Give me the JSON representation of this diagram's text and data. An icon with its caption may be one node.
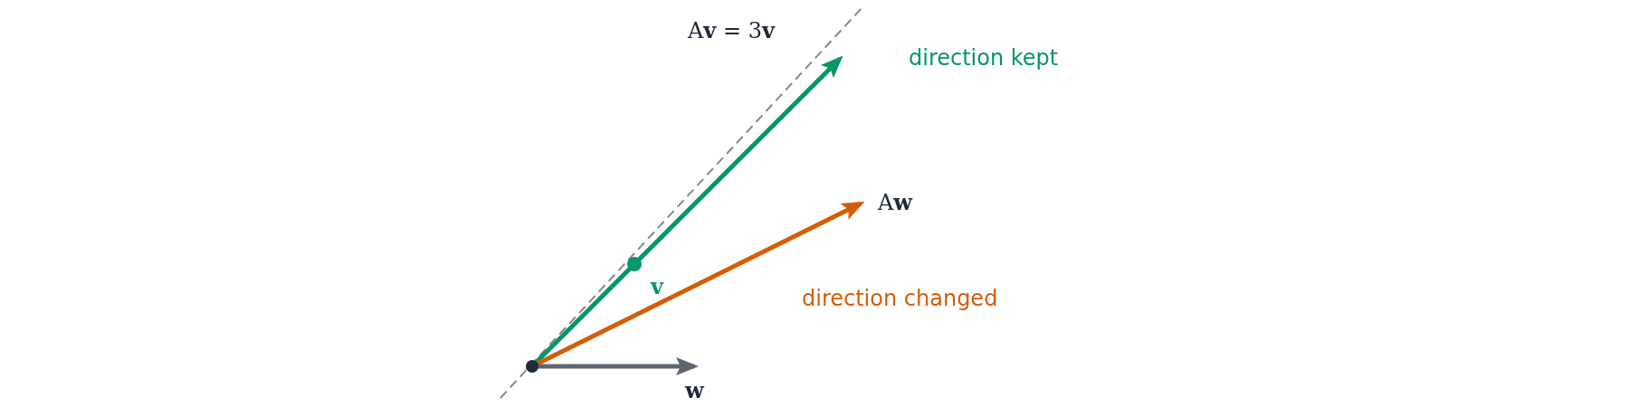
{
  "diagram": {
    "labels": [
      "A**v** = 3**v**",
      "direction kept",
      "A**w**",
      "v",
      "direction changed",
      "w"
    ]
  }
}
